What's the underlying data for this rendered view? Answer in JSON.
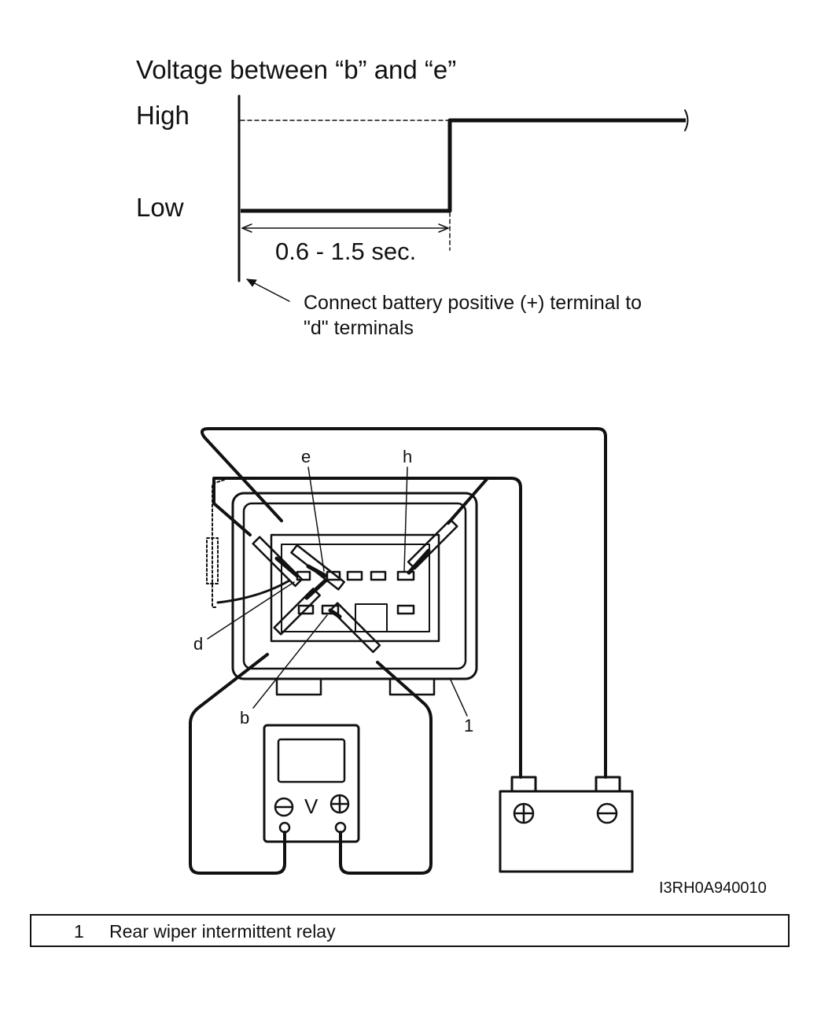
{
  "chart": {
    "title": "Voltage between “b” and “e”",
    "y_high_label": "High",
    "y_low_label": "Low",
    "duration_label": "0.6 - 1.5 sec.",
    "note_line1": "Connect battery positive (+) terminal to",
    "note_line2": "\"d\" terminals"
  },
  "chart_data": {
    "type": "line",
    "title": "Voltage between “b” and “e”",
    "y_categories": [
      "Low",
      "High"
    ],
    "series": [
      {
        "segments": [
          {
            "level": "Low",
            "from_sec": 0,
            "to_sec_range": [
              0.6,
              1.5
            ]
          },
          {
            "level": "High",
            "from_sec_range": [
              0.6,
              1.5
            ],
            "to_sec": null
          }
        ]
      }
    ],
    "annotations": [
      "0.6 - 1.5 sec.",
      "Connect battery positive (+) terminal to \"d\" terminals"
    ]
  },
  "diagram": {
    "terminal_e": "e",
    "terminal_h": "h",
    "terminal_d": "d",
    "terminal_b": "b",
    "callout_1": "1",
    "meter_symbol": "V",
    "figure_code": "I3RH0A940010"
  },
  "legend": {
    "items": [
      {
        "number": "1",
        "label": "Rear wiper intermittent relay"
      }
    ]
  },
  "colors": {
    "ink": "#111111",
    "background": "#ffffff"
  }
}
